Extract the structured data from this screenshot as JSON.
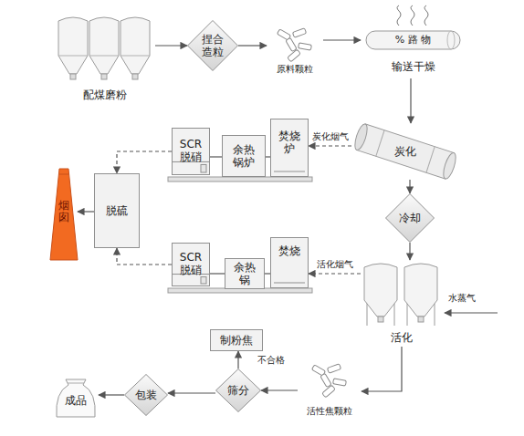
{
  "diagram": {
    "nodes": [
      {
        "text": [
          "配煤磨粉"
        ]
      },
      {
        "text": [
          "捏合造粒"
        ]
      },
      {
        "text": [
          "原料颗粒"
        ]
      },
      {
        "text": [
          "% 路 物",
          "输送干燥"
        ]
      },
      {
        "text": [
          "SCR 脱硝"
        ]
      },
      {
        "text": [
          "余热锅炉"
        ]
      },
      {
        "text": [
          "焚烧炉"
        ]
      },
      {
        "text": [
          "炭化"
        ]
      },
      {
        "text": [
          "烟囱"
        ]
      },
      {
        "text": [
          "脱硫"
        ]
      },
      {
        "text": [
          "冷却"
        ]
      },
      {
        "text": [
          "SCR 脱硝"
        ]
      },
      {
        "text": [
          "余热锅"
        ]
      },
      {
        "text": [
          "焚烧"
        ]
      },
      {
        "text": [
          "活化"
        ]
      },
      {
        "text": [
          "制粉焦"
        ]
      },
      {
        "text": [
          "成品"
        ]
      },
      {
        "text": [
          "包装"
        ]
      },
      {
        "text": [
          "筛分"
        ]
      },
      {
        "text": [
          "活性焦颗粒"
        ]
      }
    ],
    "edges": [
      {
        "from": 0,
        "to": 1,
        "arrow": "to"
      },
      {
        "from": 1,
        "to": 2,
        "arrow": "to"
      },
      {
        "from": 2,
        "to": 3,
        "arrow": "to"
      },
      {
        "from": 3,
        "to": 7,
        "arrow": "to"
      },
      {
        "from": 7,
        "to": 6,
        "label": "炭化烟气",
        "arrow": "to"
      },
      {
        "from": 6,
        "to": 5,
        "arrow": "none"
      },
      {
        "from": 5,
        "to": 4,
        "arrow": "none"
      },
      {
        "from": 4,
        "to": 9,
        "arrow": "to"
      },
      {
        "from": 9,
        "to": 8,
        "arrow": "to"
      },
      {
        "from": 7,
        "to": 10,
        "arrow": "to"
      },
      {
        "from": 10,
        "to": 14,
        "arrow": "to"
      },
      {
        "from": 14,
        "to": 13,
        "label": "活化烟气",
        "arrow": "to"
      },
      {
        "from": 13,
        "to": 12,
        "arrow": "none"
      },
      {
        "from": 12,
        "to": 11,
        "arrow": "none"
      },
      {
        "from": 11,
        "to": 9,
        "arrow": "to"
      },
      {
        "from": 14,
        "to": 19,
        "arrow": "to"
      },
      {
        "from": 19,
        "to": 18,
        "arrow": "to"
      },
      {
        "from": 18,
        "to": 17,
        "arrow": "to"
      },
      {
        "from": 17,
        "to": 16,
        "arrow": "to"
      },
      {
        "from": 18,
        "to": 15,
        "label": "不合格",
        "arrow": "to"
      }
    ],
    "labels": [
      "水蒸气"
    ]
  }
}
